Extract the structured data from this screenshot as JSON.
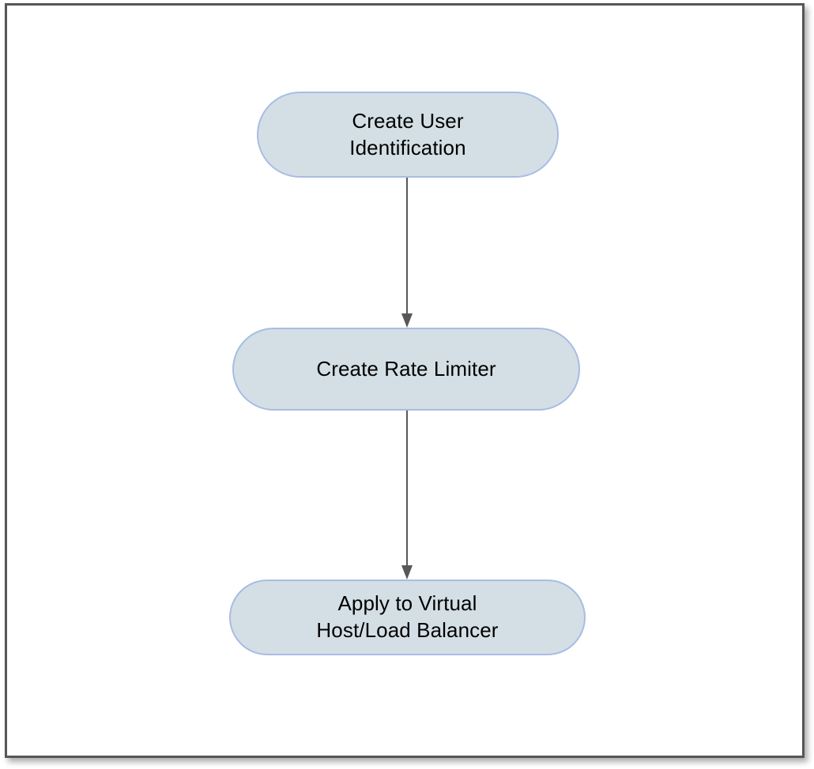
{
  "diagram": {
    "type": "flowchart",
    "orientation": "vertical-top-to-bottom",
    "background_color": "#ffffff",
    "frame": {
      "border_color": "#565656",
      "has_drop_shadow": true
    },
    "node_style": {
      "shape": "stadium",
      "fill_color": "#d3dfe5",
      "border_color": "#a8bce4",
      "text_color": "#000000"
    },
    "connector_style": {
      "line_color": "#585858",
      "arrowhead": "solid-triangle",
      "direction": "downward"
    },
    "nodes": [
      {
        "id": "create-user-identification",
        "label": "Create User\nIdentification",
        "order": 1
      },
      {
        "id": "create-rate-limiter",
        "label": "Create Rate Limiter",
        "order": 2
      },
      {
        "id": "apply-to-virtual-host-load-balancer",
        "label": "Apply to Virtual\nHost/Load Balancer",
        "order": 3
      }
    ],
    "edges": [
      {
        "id": "user-to-rate",
        "from": "create-user-identification",
        "to": "create-rate-limiter",
        "label": ""
      },
      {
        "id": "rate-to-apply",
        "from": "create-rate-limiter",
        "to": "apply-to-virtual-host-load-balancer",
        "label": ""
      }
    ]
  }
}
